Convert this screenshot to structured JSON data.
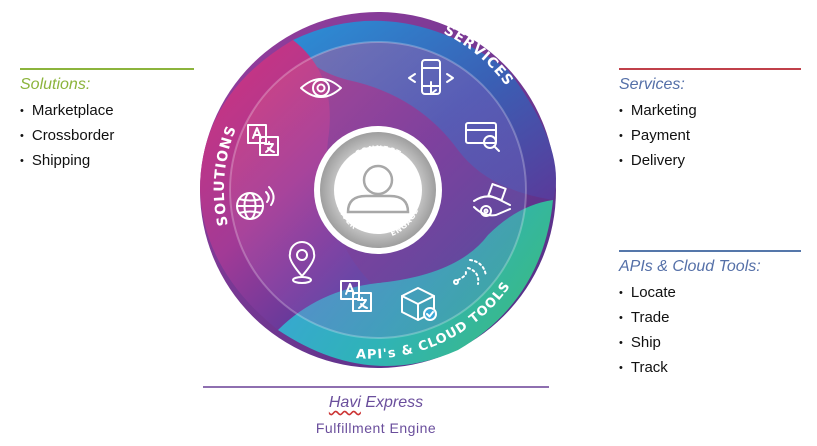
{
  "solutions": {
    "title": "Solutions:",
    "items": [
      "Marketplace",
      "Crossborder",
      "Shipping"
    ],
    "color": "#8cb43c"
  },
  "services": {
    "title": "Services:",
    "items": [
      "Marketing",
      "Payment",
      "Delivery"
    ],
    "color": "#c0404a"
  },
  "apis": {
    "title": "APIs & Cloud Tools:",
    "items": [
      "Locate",
      "Trade",
      "Ship",
      "Track"
    ],
    "color": "#5577aa"
  },
  "wheel": {
    "ring_labels": {
      "services": "SERVICES",
      "solutions": "SOLUTIONS",
      "apis": "API's & CLOUD TOOLS"
    },
    "hub_labels": {
      "connect": "CONNECT",
      "deliver": "DELIVER",
      "engage": "ENGAGE"
    },
    "icons": [
      "eye-icon",
      "mobile-tap-icon",
      "translate-icon",
      "card-payment-icon",
      "globe-icon",
      "delivery-hand-icon",
      "location-pin-icon",
      "translate-icon",
      "package-check-icon",
      "route-icon",
      "user-icon"
    ]
  },
  "footer": {
    "brand": "Havi",
    "title_rest": " Express",
    "subtitle": "Fulfillment  Engine"
  }
}
